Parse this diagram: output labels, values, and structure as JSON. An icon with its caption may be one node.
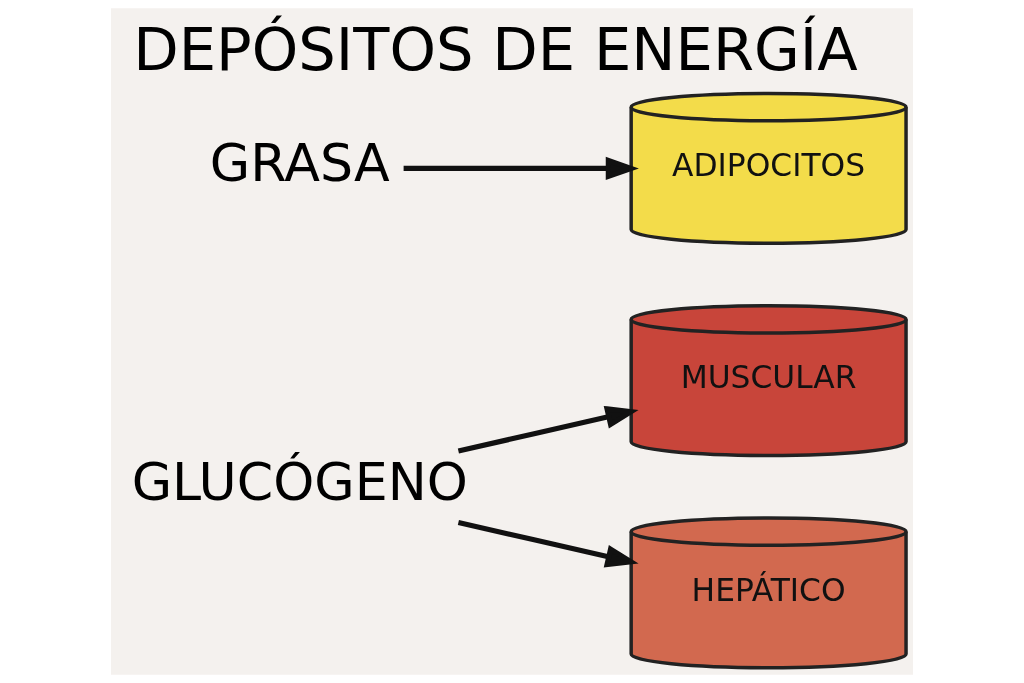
{
  "diagram": {
    "title": "DEPÓSITOS DE ENERGÍA",
    "nodes": [
      {
        "text": [
          "GLUCÓGENO"
        ]
      },
      {
        "text": [
          "MUSCULAR"
        ]
      },
      {
        "text": [
          "HEPÁTICO"
        ]
      },
      {
        "text": [
          "GRASA"
        ]
      },
      {
        "text": [
          "ADIPOCITOS"
        ]
      }
    ],
    "edges": [
      {
        "from": 0,
        "to": 1,
        "arrow": "to"
      },
      {
        "from": 0,
        "to": 2,
        "arrow": "to"
      },
      {
        "from": 3,
        "to": 4,
        "arrow": "to"
      }
    ]
  }
}
